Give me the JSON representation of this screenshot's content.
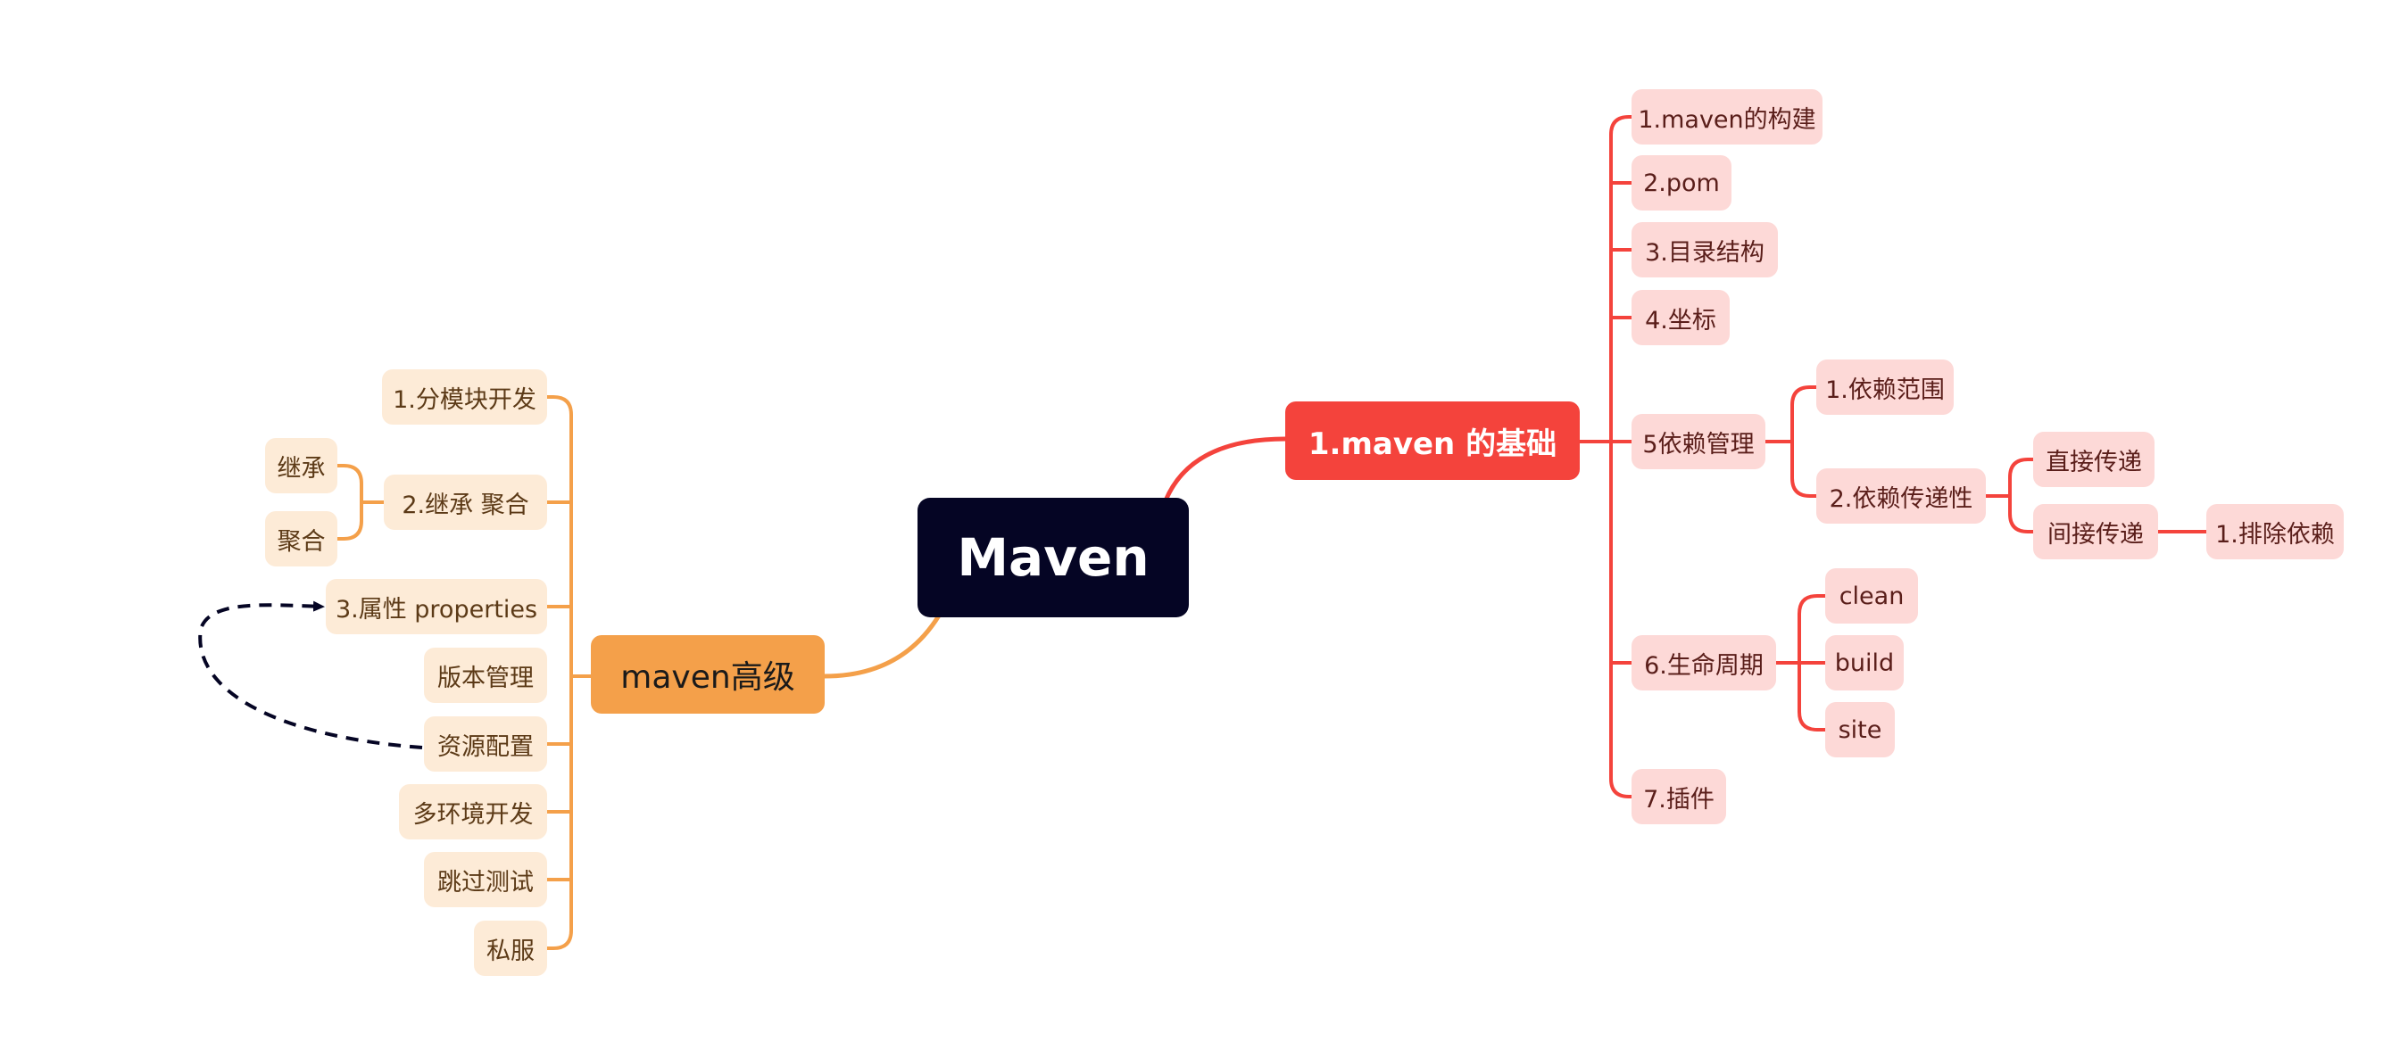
{
  "root": {
    "label": "Maven"
  },
  "branches": {
    "basics": {
      "label": "1.maven 的基础",
      "color": "#f4433c",
      "children": {
        "build": "1.maven的构建",
        "pom": "2.pom",
        "dir": "3.目录结构",
        "coord": "4.坐标",
        "dep": {
          "label": "5依赖管理",
          "scope": "1.依赖范围",
          "trans": {
            "label": "2.依赖传递性",
            "direct": "直接传递",
            "indirect": {
              "label": "间接传递",
              "exclude": "1.排除依赖"
            }
          }
        },
        "life": {
          "label": "6.生命周期",
          "clean": "clean",
          "build": "build",
          "site": "site"
        },
        "plugin": "7.插件"
      }
    },
    "advanced": {
      "label": "maven高级",
      "color": "#f4a04a",
      "children": {
        "module": "1.分模块开发",
        "inherit": {
          "label": "2.继承 聚合",
          "inherit": "继承",
          "aggregate": "聚合"
        },
        "props": "3.属性 properties",
        "version": "版本管理",
        "resource": "资源配置",
        "env": "多环境开发",
        "skip": "跳过测试",
        "private": "私服"
      }
    }
  },
  "relationship": {
    "style": "dashed",
    "color": "#050524",
    "from": "资源配置",
    "to": "3.属性 properties"
  }
}
